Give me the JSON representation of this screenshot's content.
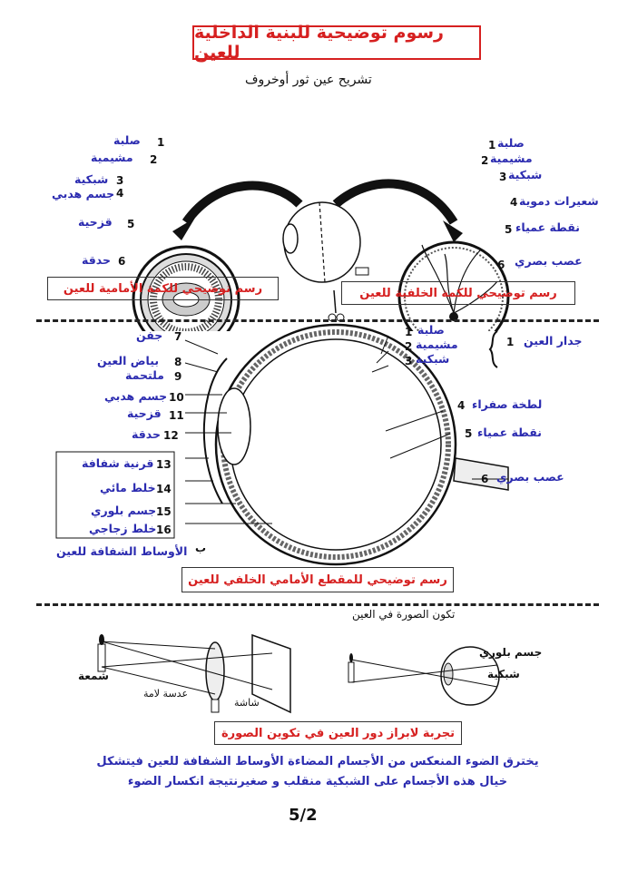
{
  "title": "رسوم توضيحية للبنية الداخلية للعين",
  "subtitle": "تشريح عين ثور أوخروف",
  "front_figure": {
    "labels": [
      {
        "n": "1",
        "text": "صلبة"
      },
      {
        "n": "2",
        "text": "مشيمية"
      },
      {
        "n": "3",
        "text": "شبكية"
      },
      {
        "n": "4",
        "text": "جسم هدبي"
      },
      {
        "n": "5",
        "text": "قزحية"
      },
      {
        "n": "6",
        "text": "حدقة"
      }
    ],
    "caption": "رسم توضيحي للكمة الأمامية للعين"
  },
  "back_figure": {
    "labels": [
      {
        "n": "1",
        "text": "صلبة"
      },
      {
        "n": "2",
        "text": "مشيمية"
      },
      {
        "n": "3",
        "text": "شبكية"
      },
      {
        "n": "4",
        "text": "شعيرات دموية"
      },
      {
        "n": "5",
        "text": "نقطة عمياء"
      },
      {
        "n": "6",
        "text": "عصب بصري"
      }
    ],
    "caption": "رسم توضيحي للكمة الخلفية للعين"
  },
  "section_figure": {
    "left_labels": [
      {
        "n": "7",
        "text": "جفن"
      },
      {
        "n": "8",
        "text": "بياض العين"
      },
      {
        "n": "9",
        "text": "ملتحمة"
      },
      {
        "n": "10",
        "text": "جسم هدبي"
      },
      {
        "n": "11",
        "text": "قزحية"
      },
      {
        "n": "12",
        "text": "حدقة"
      },
      {
        "n": "13",
        "text": "قرنية شفافة"
      },
      {
        "n": "14",
        "text": "خلط مائي"
      },
      {
        "n": "15",
        "text": "جسم بلوري"
      },
      {
        "n": "16",
        "text": "خلط زجاجي"
      }
    ],
    "right_labels": [
      {
        "n": "1",
        "text": "صلبة"
      },
      {
        "n": "2",
        "text": "مشيمية"
      },
      {
        "n": "3",
        "text": "شبكية"
      },
      {
        "n": "4",
        "text": "لطخة صفراء"
      },
      {
        "n": "5",
        "text": "نقطة عمياء"
      },
      {
        "n": "6",
        "text": "عصب بصري"
      }
    ],
    "wall_label": "جدار العين",
    "wall_num": "1",
    "media_label": "الأوساط الشفافة للعين",
    "media_letter": "ب",
    "caption": "رسم توضيحي للمقطع الأمامي الخلفي للعين"
  },
  "image_formation": {
    "heading": "تكون الصورة في العين",
    "candle_label": "شمعة",
    "lens_label": "عدسة لامة",
    "screen_label": "شاشة",
    "crystal_label": "جسم بلوري",
    "retina_label": "شبكية",
    "caption": "تجربة لابراز دور العين في تكوين الصورة",
    "paragraph_line1": "يخترق الضوء المنعكس من الأجسام المضاءة الأوساط الشفافة للعين فيتشكل",
    "paragraph_line2": "خيال هذه الأجسام على الشبكية منقلب و صغيرنتيجة انكسار الضوء"
  },
  "page_number": "5/2"
}
